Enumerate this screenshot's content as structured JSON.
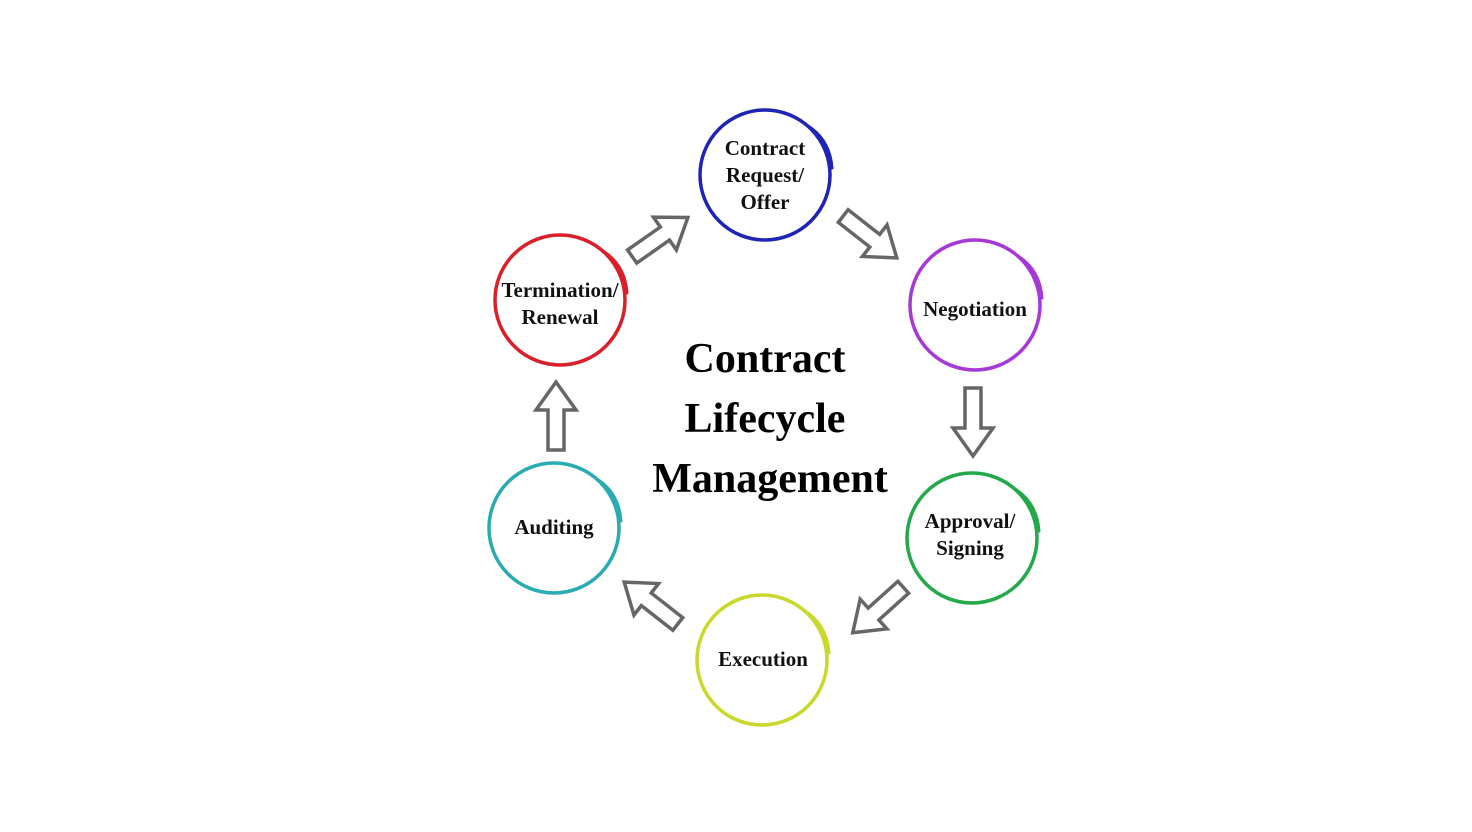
{
  "diagram": {
    "title_lines": [
      "Contract",
      "Lifecycle",
      "Management"
    ],
    "stages": [
      {
        "lines": [
          "Contract",
          "Request/",
          "Offer"
        ],
        "color": "#1f24b5"
      },
      {
        "lines": [
          "Negotiation"
        ],
        "color": "#a638d6"
      },
      {
        "lines": [
          "Approval/",
          "Signing"
        ],
        "color": "#23a84a"
      },
      {
        "lines": [
          "Execution"
        ],
        "color": "#c9d82a"
      },
      {
        "lines": [
          "Auditing"
        ],
        "color": "#2aaab3"
      },
      {
        "lines": [
          "Termination/",
          "Renewal"
        ],
        "color": "#d9202a"
      }
    ],
    "arrow_color": "#666666"
  }
}
